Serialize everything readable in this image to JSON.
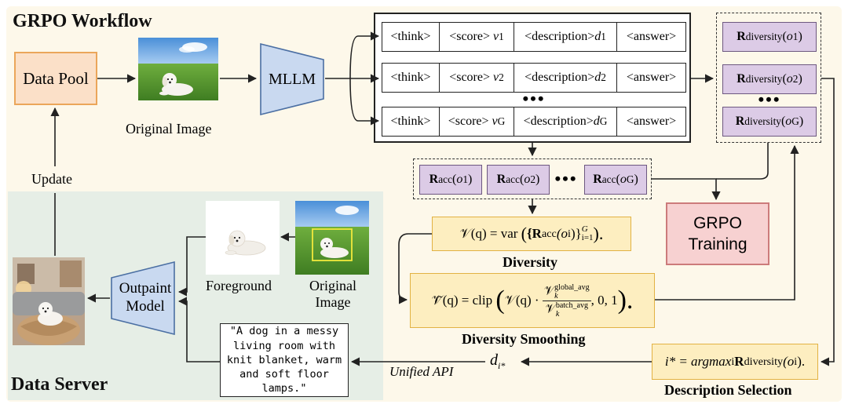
{
  "titles": {
    "workflow": "GRPO Workflow",
    "server": "Data Server"
  },
  "data_pool": "Data Pool",
  "original_image_label": "Original Image",
  "mllm": "MLLM",
  "sequence": {
    "think": "<think>",
    "score": "<score>",
    "description": "<description>",
    "answer": "<answer>",
    "rows": [
      {
        "v": "v",
        "v_sub": "1",
        "d": "d",
        "d_sub": "1"
      },
      {
        "v": "v",
        "v_sub": "2",
        "d": "d",
        "d_sub": "2"
      },
      {
        "v": "v",
        "v_sub": "G",
        "d": "d",
        "d_sub": "G"
      }
    ],
    "ellipsis": "•••"
  },
  "diversity_rewards": {
    "symbol": "R",
    "sub": "diversity",
    "args": [
      "o",
      "o",
      "o"
    ],
    "arg_subs": [
      "1",
      "2",
      "G"
    ],
    "ellipsis": "•••"
  },
  "acc_rewards": {
    "symbol": "R",
    "sub": "acc",
    "args": [
      "o",
      "o",
      "o"
    ],
    "arg_subs": [
      "1",
      "2",
      "G"
    ],
    "ellipsis": "•••"
  },
  "grpo_training": [
    "GRPO",
    "Training"
  ],
  "diversity_eq": {
    "lhs": "𝒱(q) = var",
    "inner": "{R",
    "inner_sub": "acc",
    "inner_arg": "(o",
    "inner_arg_sub": "i",
    "inner_close": ")}",
    "sup": "G",
    "sub": "i=1",
    "tail": ")."
  },
  "diversity_label": "Diversity",
  "smoothing_eq": {
    "lhs": "𝒱̃(q) = clip",
    "mid": "𝒱(q) ·",
    "num": "𝒱",
    "num_sup": "global_avg",
    "num_sub": "k",
    "den": "𝒱",
    "den_sup": "batch_avg",
    "den_sub": "k",
    "tail": ", 0, 1",
    "end": ")."
  },
  "smoothing_label": "Diversity Smoothing",
  "selection_eq": {
    "lhs": "i* = argmax",
    "lhs_sub": "i",
    "r": "R",
    "r_sub": "diversity",
    "arg": "(o",
    "arg_sub": "i",
    "end": ")."
  },
  "selection_label": "Description Selection",
  "d_istar": {
    "d": "d",
    "sub": "i*"
  },
  "unified_api": "Unified API",
  "quote_text": "\"A dog in a messy living room with knit blanket, warm and soft floor lamps.\"",
  "outpaint": [
    "Outpaint",
    "Model"
  ],
  "foreground_label": "Foreground",
  "original_image_label2": [
    "Original",
    "Image"
  ],
  "update_label": "Update",
  "colors": {
    "workflow_bg": "#fdf8ea",
    "server_bg": "#e6eee6",
    "data_pool_fill": "#fbe0c8",
    "reward_fill": "#dccbe6",
    "equation_fill": "#fdeec0",
    "grpo_fill": "#f7d1d1",
    "mllm_fill": "#c9d9f0"
  }
}
